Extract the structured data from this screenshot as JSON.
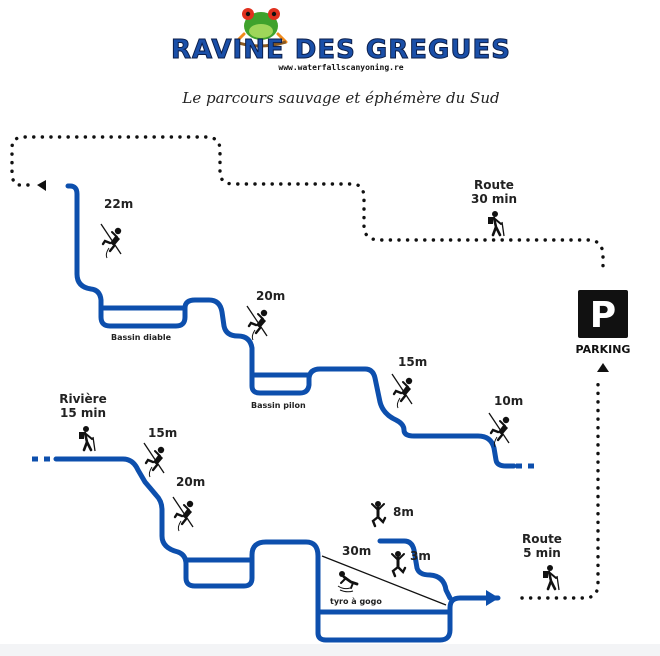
{
  "header": {
    "title": "RAVINE DES GREGUES",
    "website": "www.waterfallscanyoning.re",
    "subtitle": "Le parcours sauvage et éphémère du Sud"
  },
  "parking": {
    "letter": "P",
    "label": "PARKING"
  },
  "route_top": {
    "line1": "Route",
    "line2": "30 min"
  },
  "route_bottom": {
    "line1": "Route",
    "line2": "5 min"
  },
  "river_entry": {
    "line1": "Rivière",
    "line2": "15 min"
  },
  "rappels": {
    "r1": "22m",
    "r2": "20m",
    "r3": "15m",
    "r4": "10m",
    "r5": "15m",
    "r6": "20m",
    "r7": "30m"
  },
  "jumps": {
    "j1": "8m",
    "j2": "3m"
  },
  "pools": {
    "bassin_diable": "Bassin diable",
    "bassin_pilon": "Bassin pilon",
    "tyro": "tyro à gogo"
  },
  "colors": {
    "river": "#0d4fad",
    "trail": "#111111",
    "title": "#1a4fa8",
    "parking_bg": "#111111"
  },
  "icons": [
    "frog-logo-icon",
    "abseiler-icon",
    "hiker-icon",
    "jumper-icon",
    "slider-icon",
    "parking-icon"
  ]
}
